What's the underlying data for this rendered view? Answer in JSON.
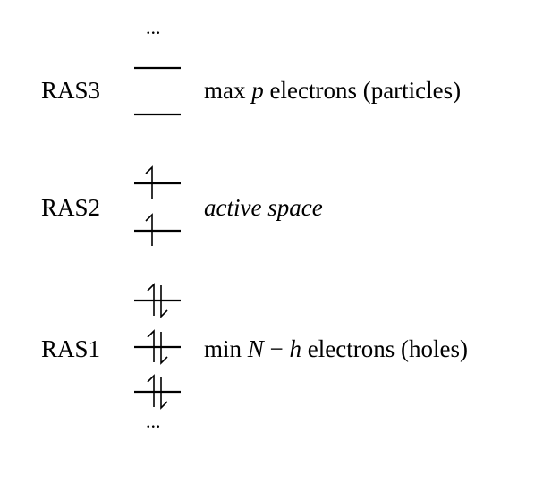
{
  "top_ellipsis": "...",
  "bottom_ellipsis": "...",
  "spaces": [
    {
      "name": "RAS3",
      "desc_pre": "max ",
      "desc_var": "p",
      "desc_post": " electrons (particles)",
      "levels": [
        {
          "electrons": 0
        },
        {
          "electrons": 0
        }
      ]
    },
    {
      "name": "RAS2",
      "desc_italic": "active space",
      "levels": [
        {
          "electrons": 1
        },
        {
          "electrons": 1
        }
      ]
    },
    {
      "name": "RAS1",
      "desc_pre": "min ",
      "desc_var": "N",
      "desc_mid": " − ",
      "desc_var2": "h",
      "desc_post": " electrons (holes)",
      "levels": [
        {
          "electrons": 2
        },
        {
          "electrons": 2
        },
        {
          "electrons": 2
        }
      ]
    }
  ]
}
